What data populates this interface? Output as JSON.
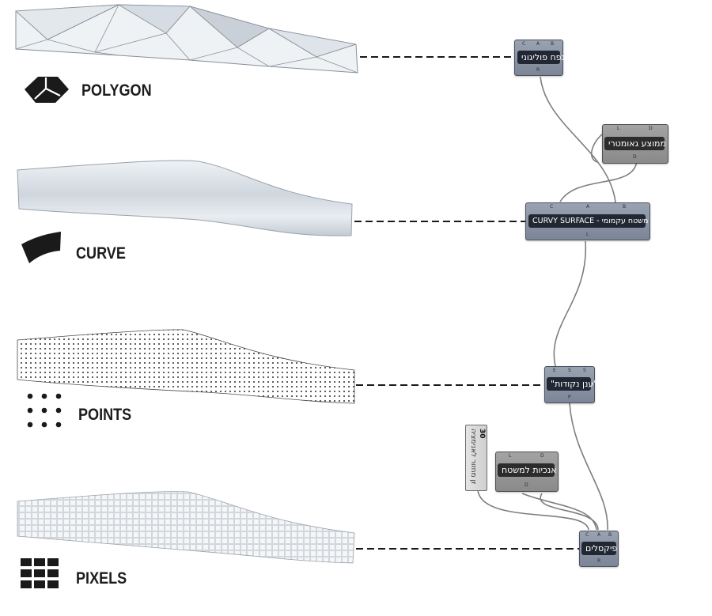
{
  "rows": [
    {
      "id": "polygon",
      "label": "POLYGON"
    },
    {
      "id": "curve",
      "label": "CURVE"
    },
    {
      "id": "points",
      "label": "POINTS"
    },
    {
      "id": "pixels",
      "label": "PIXELS"
    }
  ],
  "nodes": {
    "polygon_mesh": {
      "label": "נפח פוליגוני",
      "inputs": [
        "C",
        "A",
        "B"
      ],
      "outputs": [
        "R"
      ]
    },
    "geometric_medium": {
      "label": "ממוצע גאומטרי",
      "inputs": [
        "L",
        "D"
      ],
      "outputs": [
        "D"
      ]
    },
    "curvy_surface": {
      "label": "CURVY SURFACE - משטח עקמומי",
      "inputs": [
        "C",
        "A",
        "B"
      ],
      "outputs": [
        "L"
      ]
    },
    "point_cloud": {
      "label": "\"ענן נקודות\"",
      "inputs": [
        "E",
        "S",
        "S"
      ],
      "outputs": [
        "P"
      ]
    },
    "surface_vertical": {
      "label": "אנכיות למשטח",
      "inputs": [
        "L",
        "D"
      ],
      "outputs": [
        "D"
      ]
    },
    "pixels": {
      "label": "פיקסלים",
      "inputs": [
        "C",
        "A",
        "B"
      ],
      "outputs": [
        "R"
      ]
    }
  },
  "slider": {
    "caption": "זמן מחזור לאנימציה",
    "value": "30"
  },
  "colors": {
    "wire": "#7e7e7e",
    "node": "#8790a0",
    "plate": "#222833",
    "shape": "#1a1a1a"
  }
}
